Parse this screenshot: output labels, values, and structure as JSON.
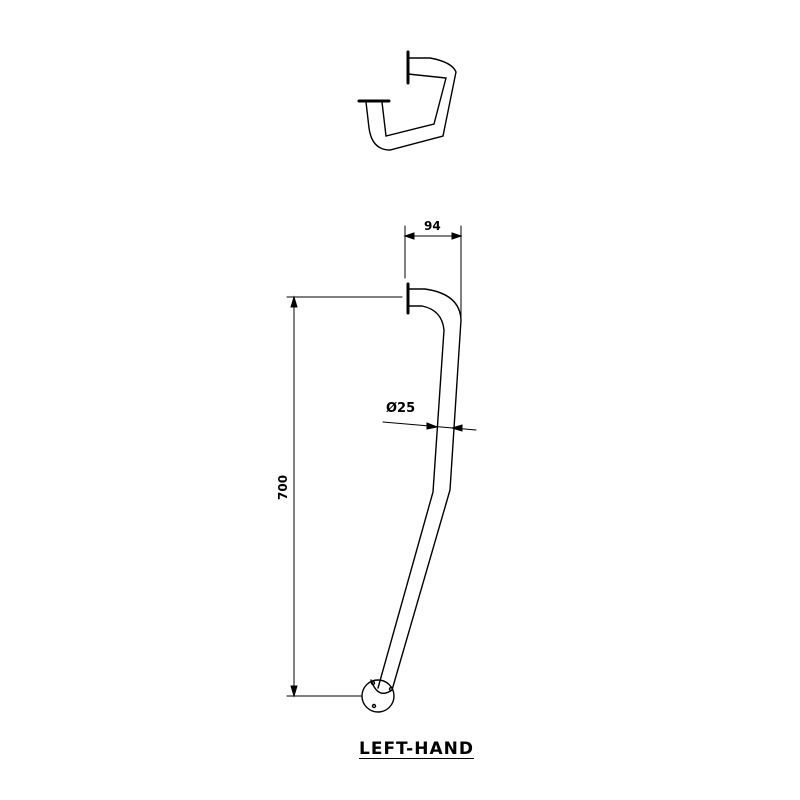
{
  "drawing": {
    "title": "LEFT-HAND",
    "dimensions": {
      "width": "94",
      "diameter": "Ø25",
      "height": "700"
    },
    "colors": {
      "line": "#000000",
      "background": "#ffffff"
    }
  }
}
